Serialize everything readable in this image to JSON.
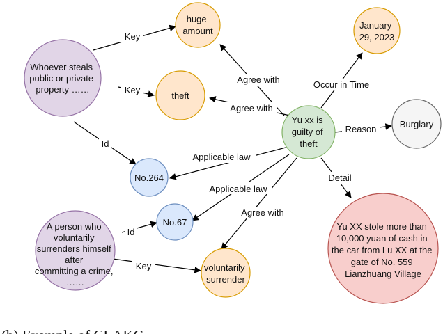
{
  "colors": {
    "purple_fill": "#e1d5e7",
    "purple_stroke": "#9673a6",
    "orange_fill": "#ffe6cc",
    "orange_stroke": "#d79b00",
    "blue_fill": "#dae8fc",
    "blue_stroke": "#6c8ebf",
    "green_fill": "#d5e8d4",
    "green_stroke": "#82b366",
    "gray_fill": "#f5f5f5",
    "gray_stroke": "#666666",
    "red_fill": "#f8cecc",
    "red_stroke": "#b85450",
    "edge": "#000000"
  },
  "nodes": {
    "article_theft": [
      "Whoever steals",
      "public or private",
      "property ……"
    ],
    "article_surrender": [
      "A person who",
      "voluntarily",
      "surrenders himself",
      "after",
      "committing a crime,",
      "……"
    ],
    "huge_amount": [
      "huge",
      "amount"
    ],
    "theft": [
      "theft"
    ],
    "no264": [
      "No.264"
    ],
    "no67": [
      "No.67"
    ],
    "voluntarily_surrender": [
      "voluntarily",
      "surrender"
    ],
    "center": [
      "Yu xx is",
      "guilty of",
      "theft"
    ],
    "date": [
      "January",
      "29, 2023"
    ],
    "burglary": [
      "Burglary"
    ],
    "detail": [
      "Yu XX stole more than",
      "10,000 yuan of cash in",
      "the car from Lu XX at the",
      "gate of No. 559",
      "Lianzhuang Village"
    ]
  },
  "edges": {
    "key_huge": "Key",
    "key_theft": "Key",
    "id_264": "Id",
    "agree_huge": "Agree with",
    "agree_theft": "Agree with",
    "occur": "Occur in Time",
    "reason": "Reason",
    "law_264": "Applicable law",
    "law_67": "Applicable law",
    "detail": "Detail",
    "agree_surrender": "Agree with",
    "id_67": "Id",
    "key_surrender": "Key"
  },
  "caption": "(b) Example of CLAKG"
}
